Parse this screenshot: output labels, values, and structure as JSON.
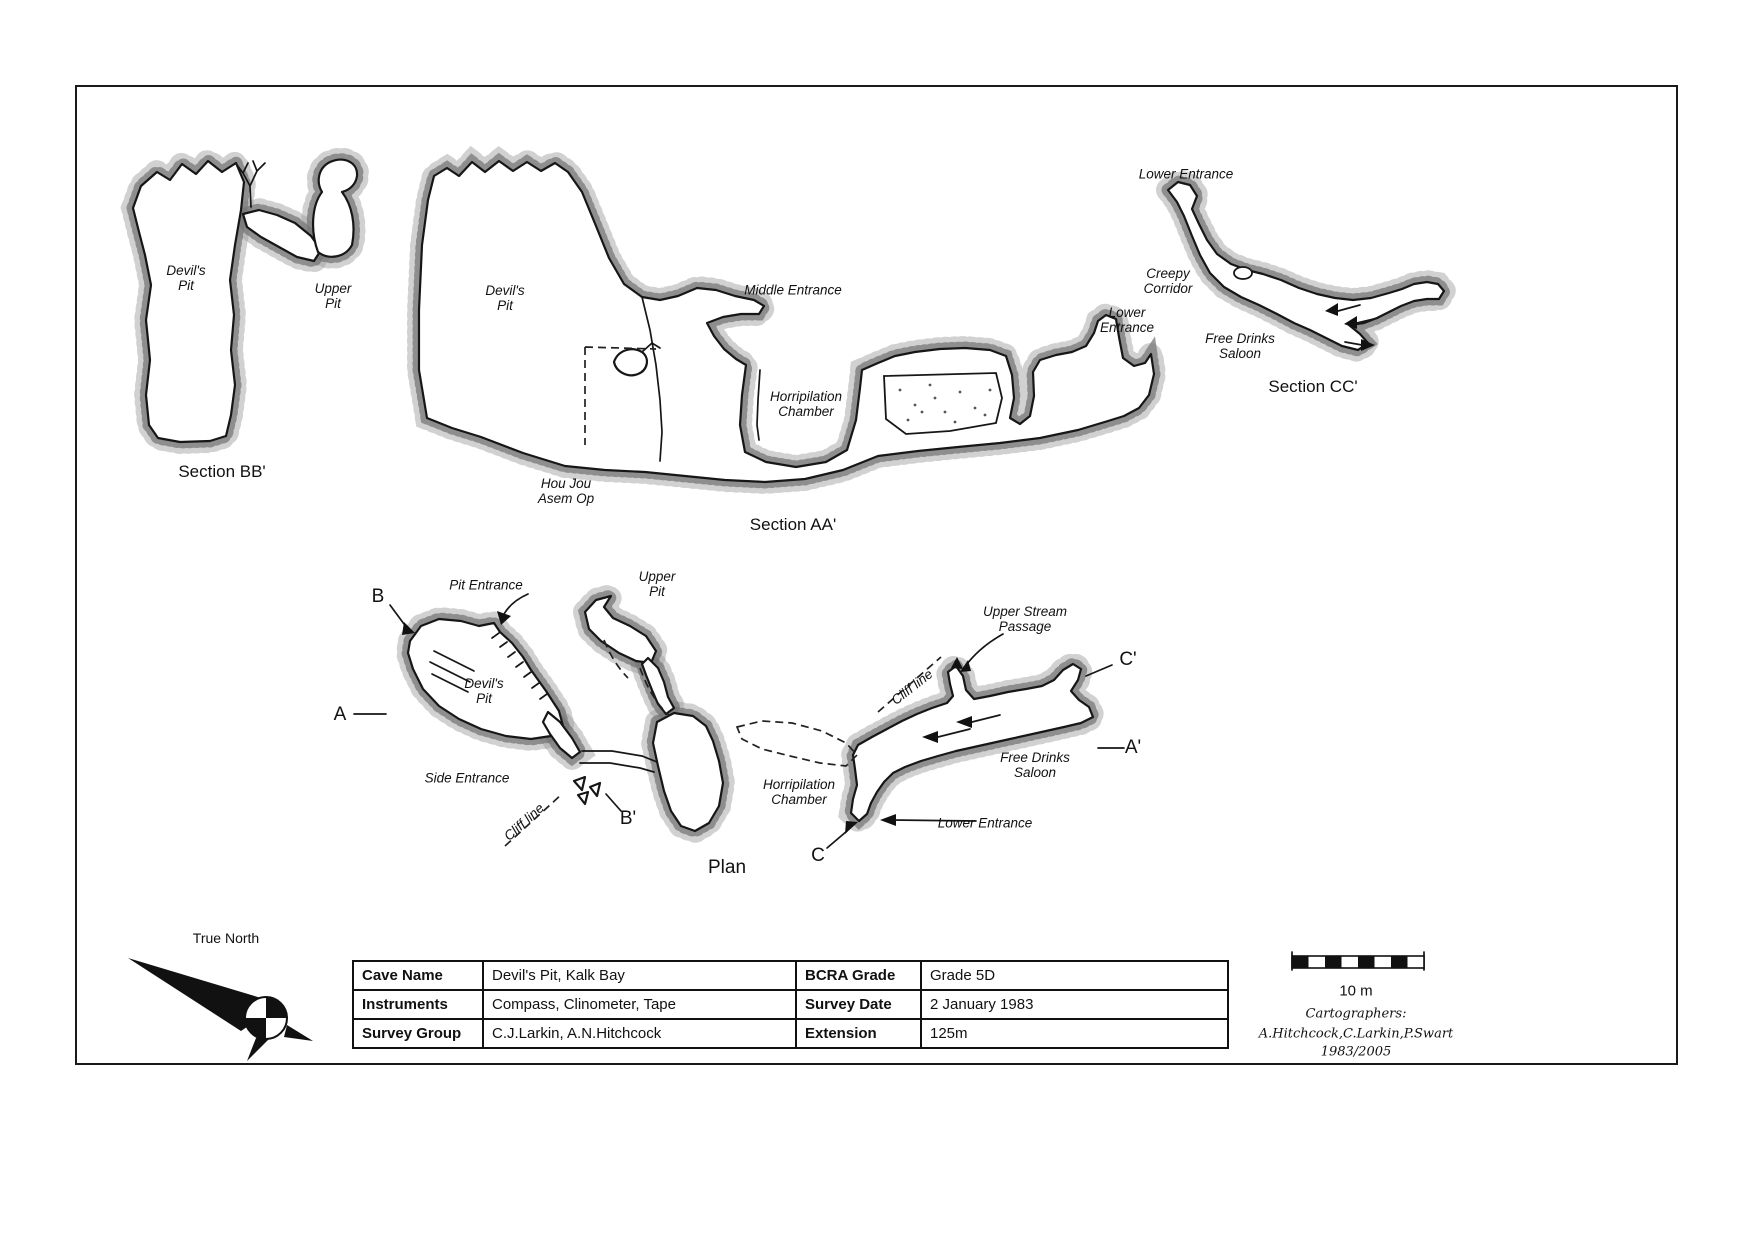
{
  "colors": {
    "ink": "#111111",
    "stipple": "#777777",
    "paper": "#ffffff"
  },
  "sections": {
    "bb": {
      "title": "Section BB'",
      "devils_pit": "Devil's Pit",
      "upper_pit": "Upper Pit"
    },
    "aa": {
      "title": "Section AA'",
      "devils_pit": "Devil's Pit",
      "middle_entrance": "Middle Entrance",
      "horripilation_chamber": "Horripilation Chamber",
      "lower_entrance": "Lower Entrance",
      "hou_jou_asem_op": "Hou Jou Asem Op"
    },
    "cc": {
      "title": "Section CC'",
      "lower_entrance": "Lower Entrance",
      "creepy_corridor": "Creepy Corridor",
      "free_drinks_saloon": "Free Drinks Saloon"
    }
  },
  "plan": {
    "title": "Plan",
    "pit_entrance": "Pit Entrance",
    "upper_pit": "Upper Pit",
    "devils_pit": "Devil's Pit",
    "side_entrance": "Side Entrance",
    "cliff_line": "Cliff line",
    "horripilation_chamber": "Horripilation Chamber",
    "upper_stream_passage": "Upper Stream Passage",
    "free_drinks_saloon": "Free Drinks Saloon",
    "lower_entrance": "Lower Entrance",
    "markers": {
      "a": "A",
      "a_prime": "A'",
      "b": "B",
      "b_prime": "B'",
      "c": "C",
      "c_prime": "C'"
    }
  },
  "compass": {
    "label": "True North"
  },
  "scale_bar": {
    "label": "10 m"
  },
  "credits": {
    "heading": "Cartographers:",
    "names": "A.Hitchcock,C.Larkin,P.Swart",
    "years": "1983/2005"
  },
  "info_table": {
    "rows": [
      {
        "h1": "Cave Name",
        "v1": "Devil's Pit, Kalk Bay",
        "h2": "BCRA Grade",
        "v2": "Grade 5D"
      },
      {
        "h1": "Instruments",
        "v1": "Compass, Clinometer, Tape",
        "h2": "Survey Date",
        "v2": "2 January 1983"
      },
      {
        "h1": "Survey Group",
        "v1": "C.J.Larkin, A.N.Hitchcock",
        "h2": "Extension",
        "v2": "125m"
      }
    ]
  }
}
